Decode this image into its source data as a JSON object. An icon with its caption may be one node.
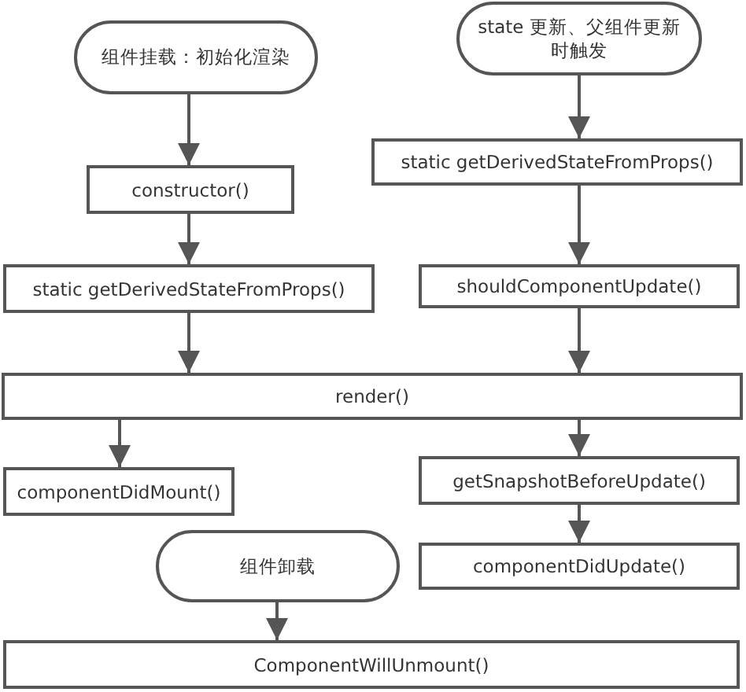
{
  "diagram": {
    "nodes": [
      {
        "text": [
          "组件挂载：初始化渲染"
        ]
      },
      {
        "text": [
          "state 更新、父组件更新时触发"
        ]
      },
      {
        "text": [
          "constructor()"
        ]
      },
      {
        "text": [
          "static getDerivedStateFromProps()"
        ]
      },
      {
        "text": [
          "static getDerivedStateFromProps()"
        ]
      },
      {
        "text": [
          "shouldComponentUpdate()"
        ]
      },
      {
        "text": [
          "render()"
        ]
      },
      {
        "text": [
          "componentDidMount()"
        ]
      },
      {
        "text": [
          "getSnapshotBeforeUpdate()"
        ]
      },
      {
        "text": [
          "组件卸载"
        ]
      },
      {
        "text": [
          "componentDidUpdate()"
        ]
      },
      {
        "text": [
          "ComponentWillUnmount()"
        ]
      }
    ],
    "edges": [
      {
        "from": 0,
        "to": 2,
        "arrow": "to"
      },
      {
        "from": 2,
        "to": 3,
        "arrow": "to"
      },
      {
        "from": 3,
        "to": 6,
        "arrow": "to"
      },
      {
        "from": 1,
        "to": 4,
        "arrow": "to"
      },
      {
        "from": 4,
        "to": 5,
        "arrow": "to"
      },
      {
        "from": 5,
        "to": 6,
        "arrow": "to"
      },
      {
        "from": 6,
        "to": 7,
        "arrow": "to"
      },
      {
        "from": 6,
        "to": 8,
        "arrow": "to"
      },
      {
        "from": 8,
        "to": 10,
        "arrow": "to"
      },
      {
        "from": 9,
        "to": 11,
        "arrow": "to"
      }
    ]
  }
}
